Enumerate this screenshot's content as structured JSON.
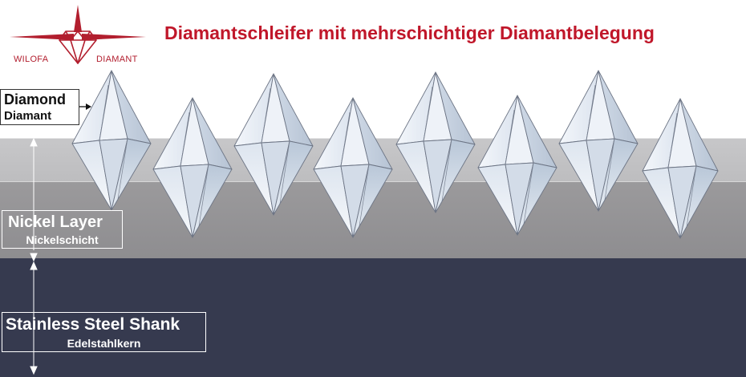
{
  "title": "Diamantschleifer mit mehrschichtiger Diamantbelegung",
  "logo": {
    "left_text": "WILOFA",
    "right_text": "DIAMANT",
    "icon": "compass-star-diamond-logo",
    "color": "#b21e2e"
  },
  "labels": {
    "diamond": {
      "main": "Diamond",
      "sub": "Diamant"
    },
    "nickel": {
      "main": "Nickel Layer",
      "sub": "Nickelschicht"
    },
    "steel": {
      "main": "Stainless Steel Shank",
      "sub": "Edelstahlkern"
    }
  },
  "colors": {
    "title": "#c0172a",
    "upper_nickel": "#c3c3c5",
    "lower_nickel": "#949396",
    "steel": "#363a4f",
    "diamond_fill": "#e4ebf4"
  },
  "diamond_count": 8
}
